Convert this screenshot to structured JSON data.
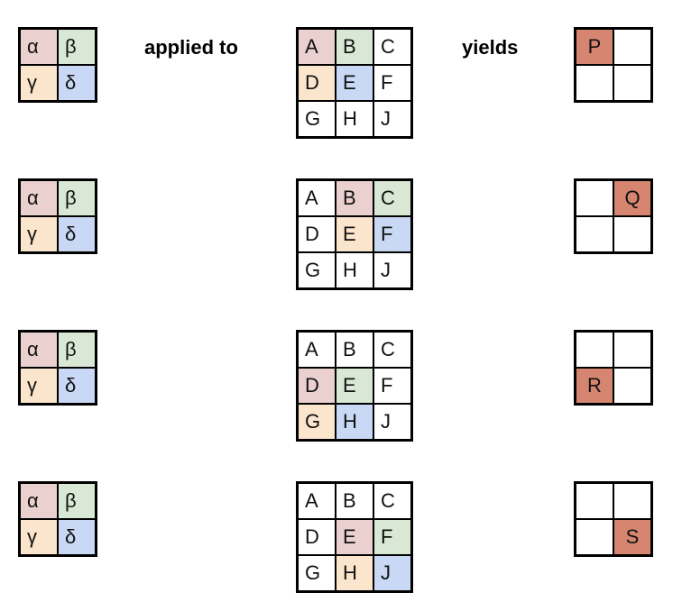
{
  "labels": {
    "applied_to": "applied to",
    "yields": "yields"
  },
  "colors": {
    "pink": "#ead1d0",
    "green": "#d9e8d4",
    "peach": "#fbe5cd",
    "blue": "#c8d8f5",
    "output_red": "#d68570"
  },
  "rows": [
    {
      "kernel": [
        [
          "α",
          "pink"
        ],
        [
          "β",
          "green"
        ],
        [
          "γ",
          "peach"
        ],
        [
          "δ",
          "blue"
        ]
      ],
      "input": [
        [
          "A",
          "pink"
        ],
        [
          "B",
          "green"
        ],
        [
          "C",
          "white"
        ],
        [
          "D",
          "peach"
        ],
        [
          "E",
          "blue"
        ],
        [
          "F",
          "white"
        ],
        [
          "G",
          "white"
        ],
        [
          "H",
          "white"
        ],
        [
          "J",
          "white"
        ]
      ],
      "output": [
        [
          "P",
          "red"
        ],
        [
          "",
          "white"
        ],
        [
          "",
          "white"
        ],
        [
          "",
          "white"
        ]
      ]
    },
    {
      "kernel": [
        [
          "α",
          "pink"
        ],
        [
          "β",
          "green"
        ],
        [
          "γ",
          "peach"
        ],
        [
          "δ",
          "blue"
        ]
      ],
      "input": [
        [
          "A",
          "white"
        ],
        [
          "B",
          "pink"
        ],
        [
          "C",
          "green"
        ],
        [
          "D",
          "white"
        ],
        [
          "E",
          "peach"
        ],
        [
          "F",
          "blue"
        ],
        [
          "G",
          "white"
        ],
        [
          "H",
          "white"
        ],
        [
          "J",
          "white"
        ]
      ],
      "output": [
        [
          "",
          "white"
        ],
        [
          "Q",
          "red"
        ],
        [
          "",
          "white"
        ],
        [
          "",
          "white"
        ]
      ]
    },
    {
      "kernel": [
        [
          "α",
          "pink"
        ],
        [
          "β",
          "green"
        ],
        [
          "γ",
          "peach"
        ],
        [
          "δ",
          "blue"
        ]
      ],
      "input": [
        [
          "A",
          "white"
        ],
        [
          "B",
          "white"
        ],
        [
          "C",
          "white"
        ],
        [
          "D",
          "pink"
        ],
        [
          "E",
          "green"
        ],
        [
          "F",
          "white"
        ],
        [
          "G",
          "peach"
        ],
        [
          "H",
          "blue"
        ],
        [
          "J",
          "white"
        ]
      ],
      "output": [
        [
          "",
          "white"
        ],
        [
          "",
          "white"
        ],
        [
          "R",
          "red"
        ],
        [
          "",
          "white"
        ]
      ]
    },
    {
      "kernel": [
        [
          "α",
          "pink"
        ],
        [
          "β",
          "green"
        ],
        [
          "γ",
          "peach"
        ],
        [
          "δ",
          "blue"
        ]
      ],
      "input": [
        [
          "A",
          "white"
        ],
        [
          "B",
          "white"
        ],
        [
          "C",
          "white"
        ],
        [
          "D",
          "white"
        ],
        [
          "E",
          "pink"
        ],
        [
          "F",
          "green"
        ],
        [
          "G",
          "white"
        ],
        [
          "H",
          "peach"
        ],
        [
          "J",
          "blue"
        ]
      ],
      "output": [
        [
          "",
          "white"
        ],
        [
          "",
          "white"
        ],
        [
          "",
          "white"
        ],
        [
          "S",
          "red"
        ]
      ]
    }
  ]
}
